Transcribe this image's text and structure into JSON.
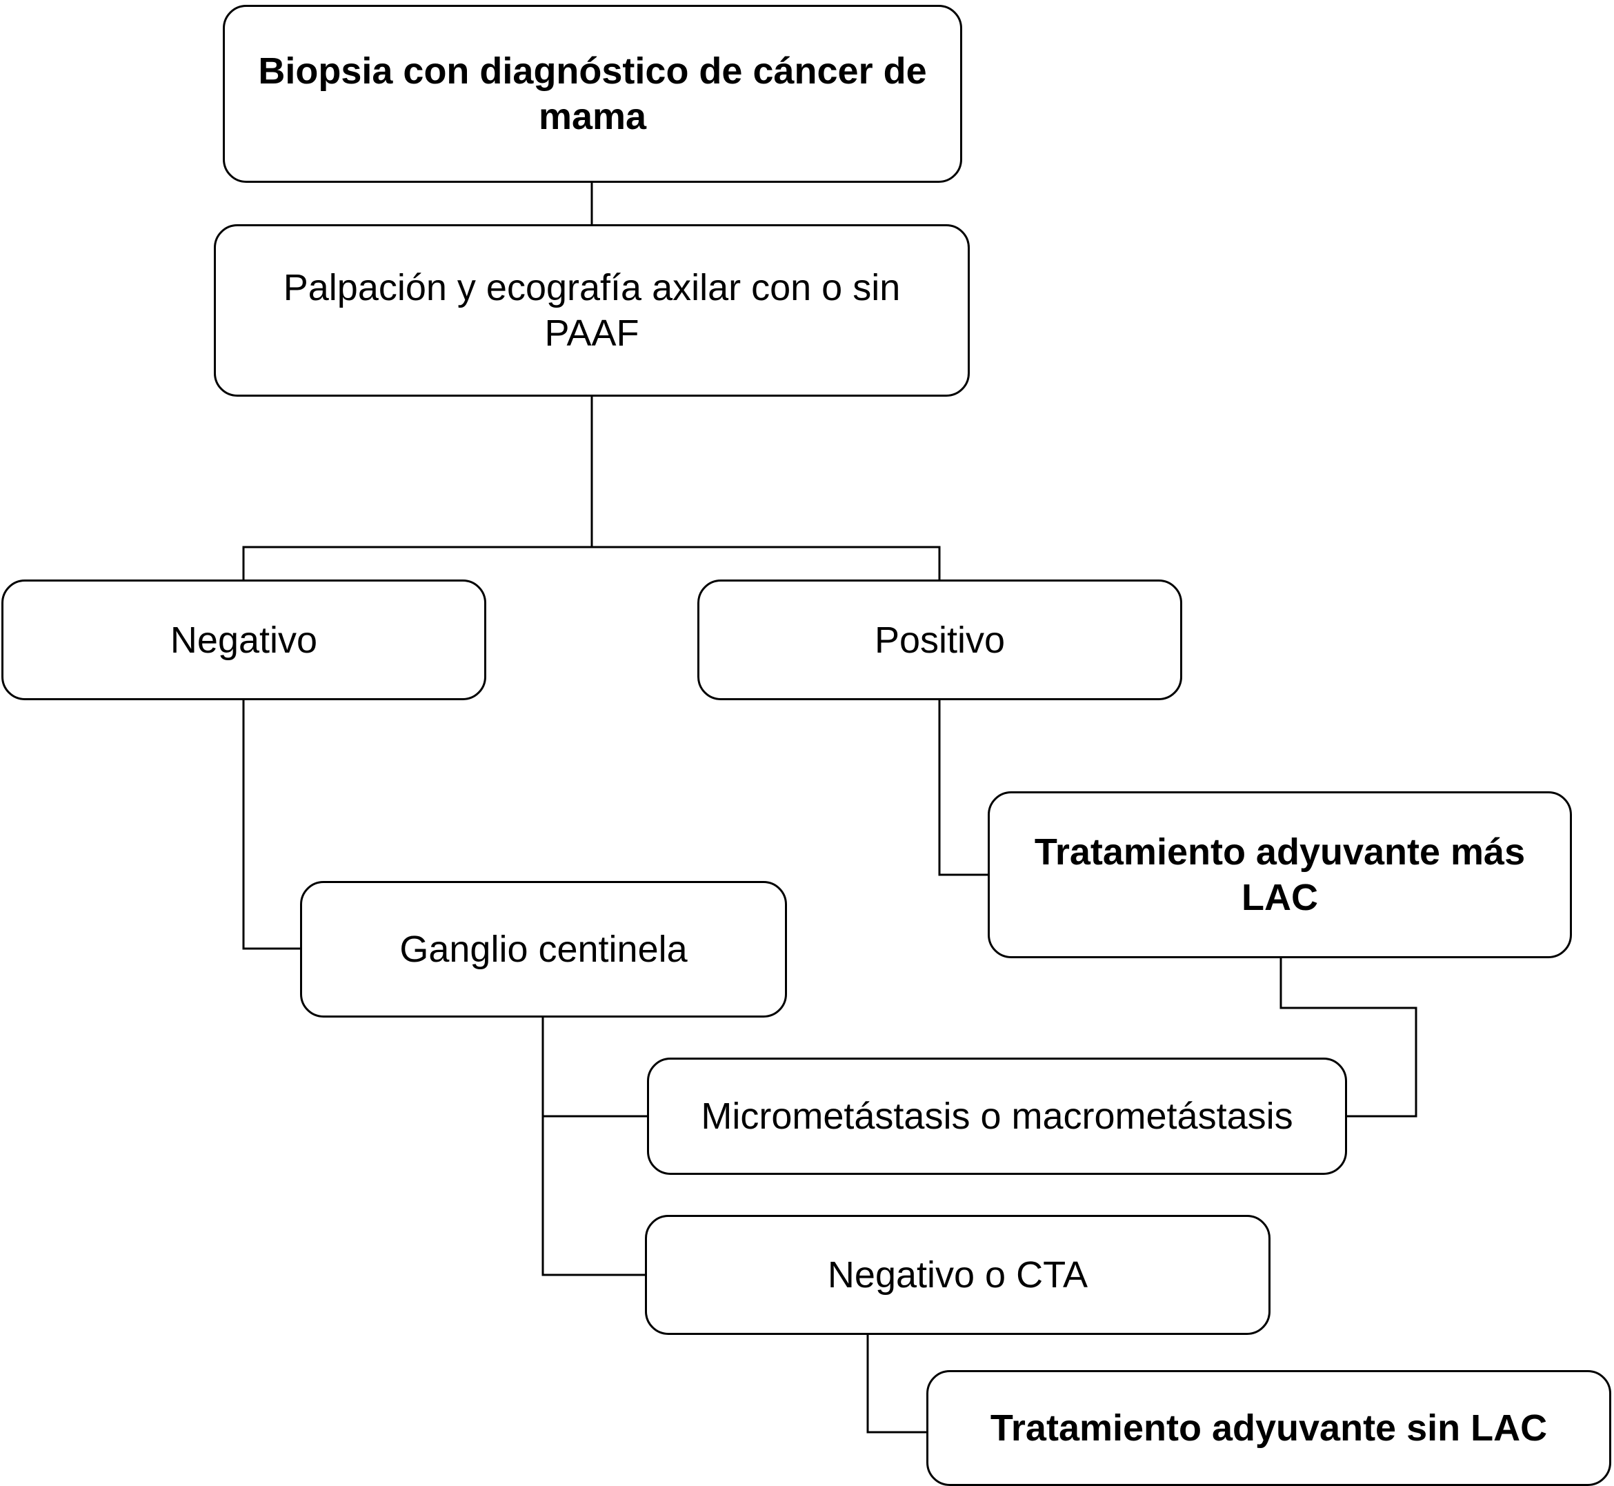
{
  "diagram": {
    "nodes": {
      "biopsia": "Biopsia con diagnóstico de cáncer de mama",
      "palpacion": "Palpación y ecografía axilar con o sin PAAF",
      "negativo": "Negativo",
      "positivo": "Positivo",
      "tratamiento_mas_lac": "Tratamiento adyuvante más LAC",
      "ganglio": "Ganglio centinela",
      "micrometastasis": "Micrometástasis o macrometástasis",
      "negativo_cta": "Negativo o CTA",
      "tratamiento_sin_lac": "Tratamiento adyuvante sin LAC"
    }
  }
}
